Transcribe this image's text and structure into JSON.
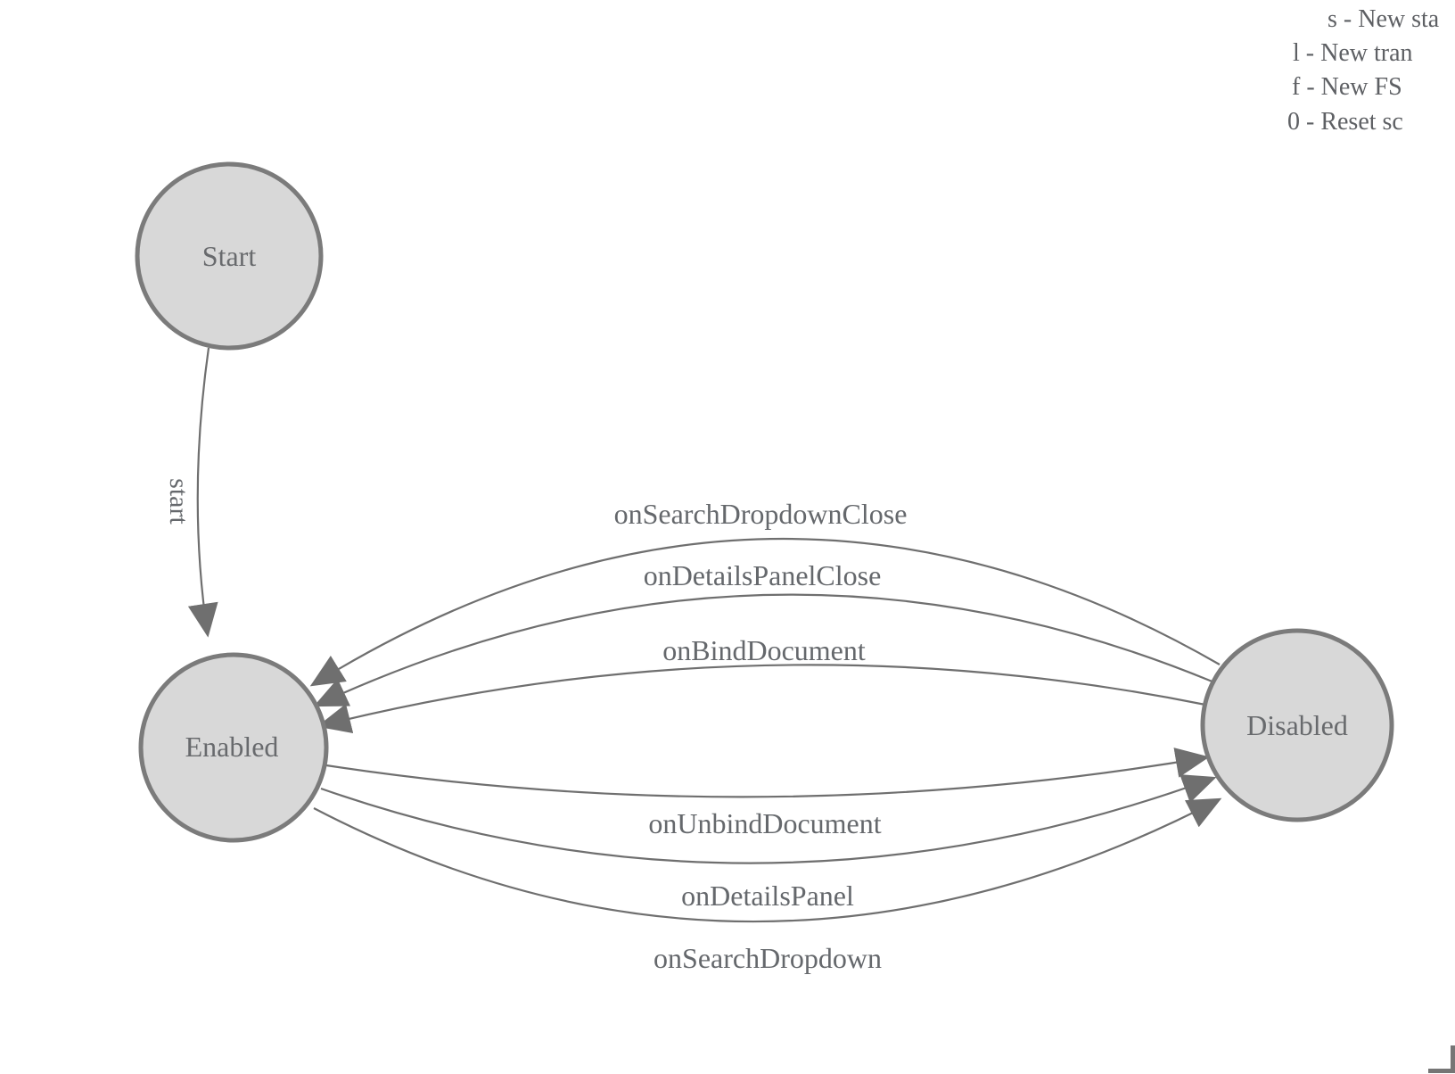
{
  "diagram": {
    "nodes": [
      {
        "id": "start",
        "label": "Start"
      },
      {
        "id": "enabled",
        "label": "Enabled"
      },
      {
        "id": "disabled",
        "label": "Disabled"
      }
    ],
    "edges": [
      {
        "from": "Start",
        "to": "Enabled",
        "label": "start"
      },
      {
        "from": "Disabled",
        "to": "Enabled",
        "label": "onSearchDropdownClose"
      },
      {
        "from": "Disabled",
        "to": "Enabled",
        "label": "onDetailsPanelClose"
      },
      {
        "from": "Disabled",
        "to": "Enabled",
        "label": "onBindDocument"
      },
      {
        "from": "Enabled",
        "to": "Disabled",
        "label": "onUnbindDocument"
      },
      {
        "from": "Enabled",
        "to": "Disabled",
        "label": "onDetailsPanel"
      },
      {
        "from": "Enabled",
        "to": "Disabled",
        "label": "onSearchDropdown"
      }
    ]
  },
  "legend": {
    "lines": [
      {
        "label": "s - New sta"
      },
      {
        "label": "l - New tran"
      },
      {
        "label": "f - New FS"
      },
      {
        "label": "0 - Reset sc"
      }
    ]
  },
  "colors": {
    "node_fill": "#d8d8d8",
    "node_stroke": "#7b7b7b",
    "edge_stroke": "#6f6f6f",
    "label_text": "#65686c",
    "legend_text": "#5e6064"
  }
}
